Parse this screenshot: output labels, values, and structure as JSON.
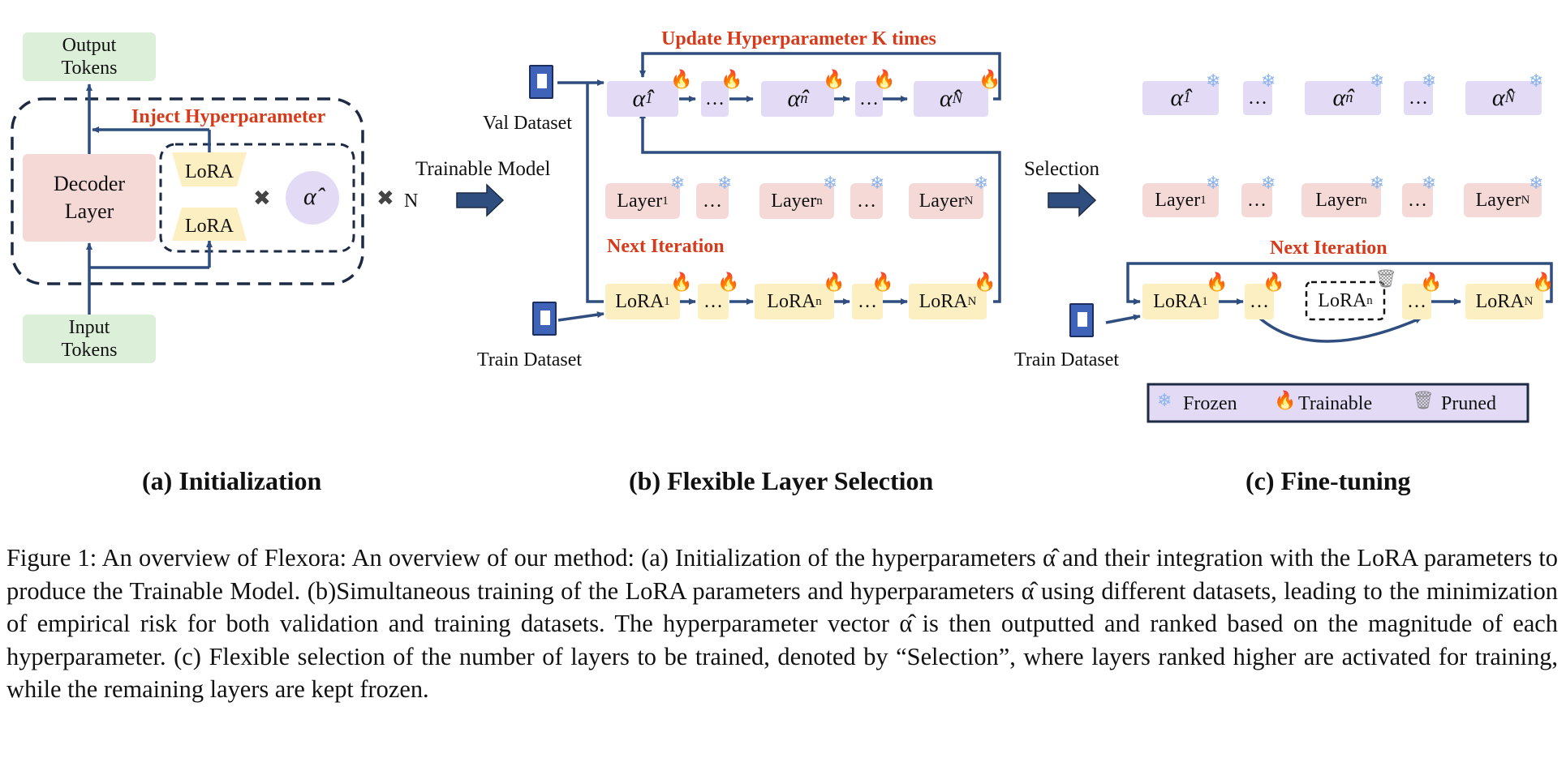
{
  "panel_a": {
    "output_tokens": [
      "Output",
      "Tokens"
    ],
    "input_tokens": [
      "Input",
      "Tokens"
    ],
    "decoder_layer": [
      "Decoder",
      "Layer"
    ],
    "lora_top": "LoRA",
    "lora_bottom": "LoRA",
    "inject_label": "Inject Hyperparameter",
    "times_symbol": "✖",
    "alpha_hat": "α̂",
    "n_label": "N",
    "trainable_model": "Trainable Model"
  },
  "panel_b": {
    "update_label": "Update Hyperparameter K times",
    "val_dataset": "Val Dataset",
    "train_dataset": "Train Dataset",
    "next_iteration": "Next Iteration",
    "alpha_base": "α̂",
    "alpha_subs": [
      "1",
      "n",
      "N"
    ],
    "layer_base": "Layer",
    "lora_base": "LoRA",
    "subs": [
      "1",
      "n",
      "N"
    ],
    "ellipsis": "…"
  },
  "panel_c": {
    "selection": "Selection",
    "train_dataset": "Train Dataset",
    "next_iteration": "Next Iteration",
    "legend": {
      "frozen": "Frozen",
      "trainable": "Trainable",
      "pruned": "Pruned"
    }
  },
  "icons": {
    "frozen": "snowflake-icon",
    "trainable": "fire-icon",
    "pruned": "trash-icon"
  },
  "colors": {
    "accent_red": "#d63a1a",
    "arrow_blue": "#2f4e7f",
    "lora_yellow": "#fcefc2",
    "layer_pink": "#f4d9d7",
    "alpha_purple": "#e3dbf6",
    "token_green": "#dcefd9"
  },
  "subcaptions": {
    "a": "(a) Initialization",
    "b": "(b) Flexible Layer Selection",
    "c": "(c) Fine-tuning"
  },
  "caption": "Figure 1: An overview of Flexora: An overview of our method: (a) Initialization of the hyperparameters α̂ and their integration with the LoRA parameters to produce the Trainable Model. (b)Simultaneous training of the LoRA parameters and hyperparameters α̂ using different datasets, leading to the minimization of empirical risk for both validation and training datasets. The hyperparameter vector α̂ is then outputted and ranked based on the magnitude of each hyperparameter. (c) Flexible selection of the number of layers to be trained, denoted by “Selection”, where layers ranked higher are activated for training, while the remaining layers are kept frozen."
}
